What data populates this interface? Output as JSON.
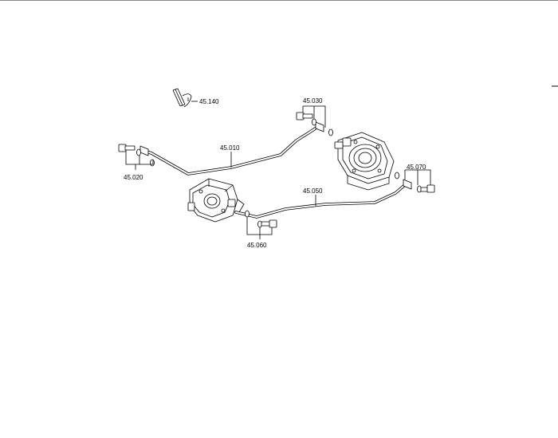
{
  "callouts": {
    "c45140": "45.140",
    "c45030": "45.030",
    "c45010": "45.010",
    "c45020": "45.020",
    "c45050": "45.050",
    "c45070": "45.070",
    "c45060": "45.060"
  },
  "colors": {
    "line": "#000000",
    "background": "#ffffff"
  }
}
